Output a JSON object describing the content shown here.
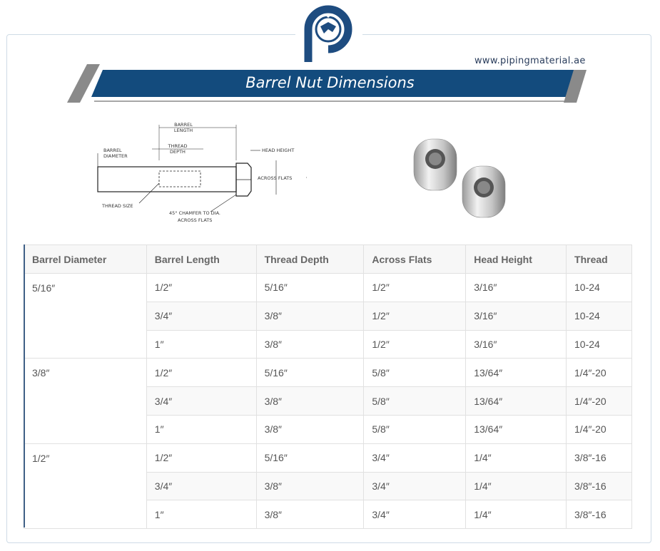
{
  "site_url": "www.pipingmaterial.ae",
  "title": "Barrel Nut Dimensions",
  "colors": {
    "banner": "#134b7d",
    "accent_gray": "#8a8a8a",
    "logo": "#1e4c80"
  },
  "drawing_labels": {
    "barrel_length": [
      "BARREL",
      "LENGTH"
    ],
    "barrel_diameter": [
      "BARREL",
      "DIAMETER"
    ],
    "thread_depth": [
      "THREAD",
      "DEPTH"
    ],
    "head_height": "HEAD HEIGHT",
    "across_flats": "ACROSS FLATS",
    "thread_size": "THREAD SIZE",
    "chamfer": [
      "45° CHAMFER TO DIA.",
      "ACROSS FLATS"
    ]
  },
  "table": {
    "headers": [
      "Barrel Diameter",
      "Barrel Length",
      "Thread Depth",
      "Across Flats",
      "Head Height",
      "Thread"
    ],
    "groups": [
      {
        "diameter": "5/16″",
        "rows": [
          [
            "1/2″",
            "5/16″",
            "1/2″",
            "3/16″",
            "10-24"
          ],
          [
            "3/4″",
            "3/8″",
            "1/2″",
            "3/16″",
            "10-24"
          ],
          [
            "1″",
            "3/8″",
            "1/2″",
            "3/16″",
            "10-24"
          ]
        ]
      },
      {
        "diameter": "3/8″",
        "rows": [
          [
            "1/2″",
            "5/16″",
            "5/8″",
            "13/64″",
            "1/4″-20"
          ],
          [
            "3/4″",
            "3/8″",
            "5/8″",
            "13/64″",
            "1/4″-20"
          ],
          [
            "1″",
            "3/8″",
            "5/8″",
            "13/64″",
            "1/4″-20"
          ]
        ]
      },
      {
        "diameter": "1/2″",
        "rows": [
          [
            "1/2″",
            "5/16″",
            "3/4″",
            "1/4″",
            "3/8″-16"
          ],
          [
            "3/4″",
            "3/8″",
            "3/4″",
            "1/4″",
            "3/8″-16"
          ],
          [
            "1″",
            "3/8″",
            "3/4″",
            "1/4″",
            "3/8″-16"
          ]
        ]
      }
    ]
  }
}
